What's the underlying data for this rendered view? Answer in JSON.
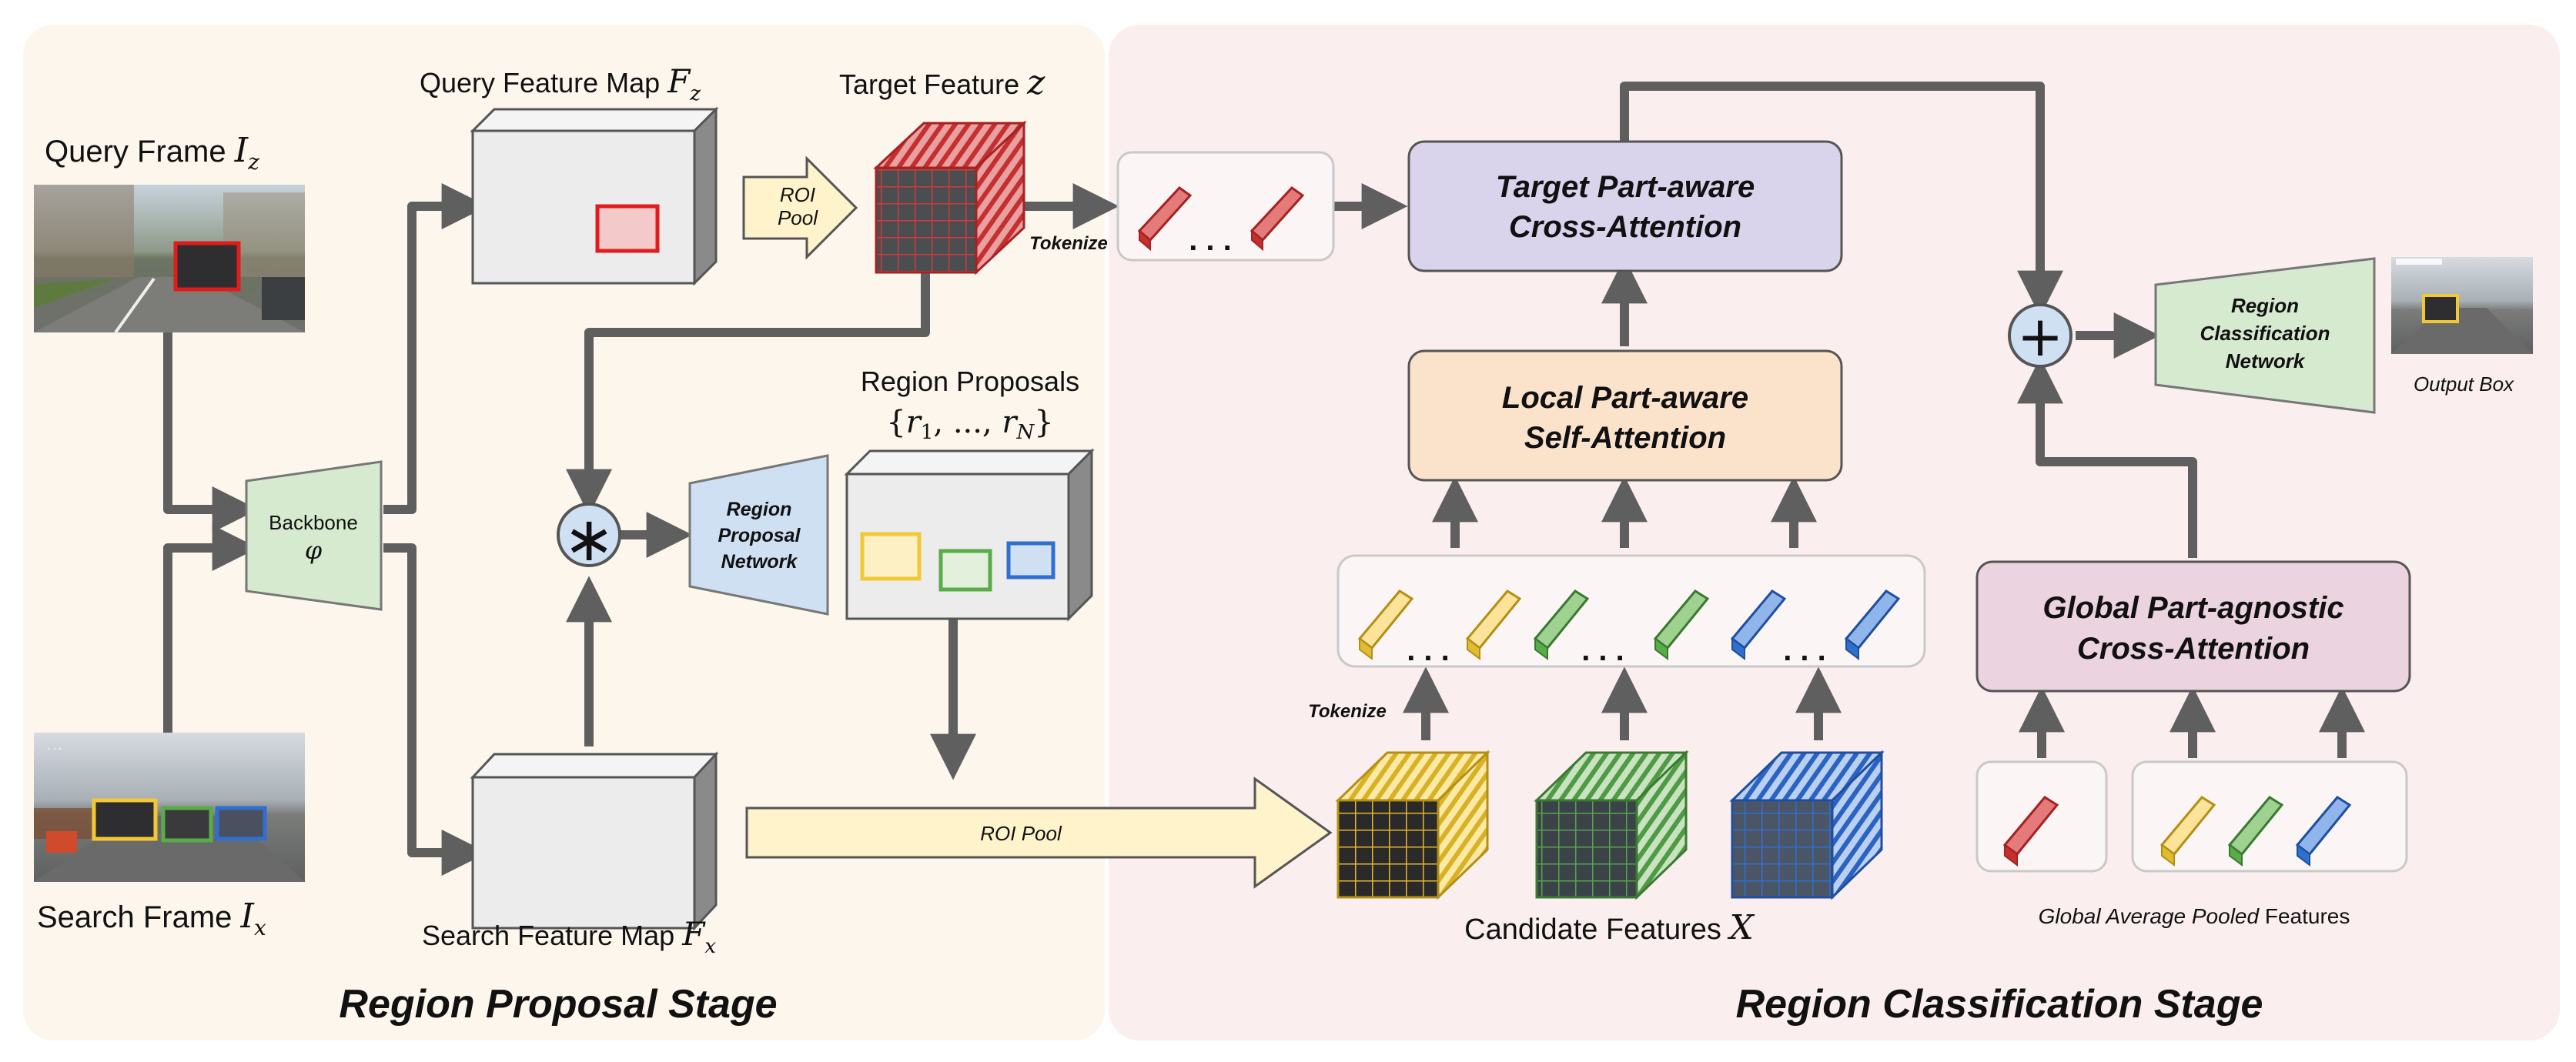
{
  "stages": {
    "proposal_title": "Region Proposal Stage",
    "classification_title": "Region Classification Stage"
  },
  "frames": {
    "query_label": "Query Frame",
    "query_symbol": "I",
    "query_sub": "z",
    "search_label": "Search Frame",
    "search_symbol": "I",
    "search_sub": "x",
    "output_label": "Output Box"
  },
  "backbone": {
    "label": "Backbone",
    "symbol": "φ"
  },
  "feature_maps": {
    "query_label": "Query Feature Map",
    "query_symbol": "F",
    "query_sub": "z",
    "search_label": "Search Feature Map",
    "search_symbol": "F",
    "search_sub": "x",
    "target_label": "Target Feature",
    "target_symbol": "z"
  },
  "roi_pool_top": {
    "line1": "ROI",
    "line2": "Pool"
  },
  "roi_pool_bottom": "ROI Pool",
  "tokenize_top": "Tokenize",
  "tokenize_bottom": "Tokenize",
  "ellipsis": ". . .",
  "correlation_symbol": "∗",
  "plus_symbol": "+",
  "rpn": {
    "line1": "Region",
    "line2": "Proposal",
    "line3": "Network"
  },
  "region_proposals": {
    "label": "Region Proposals",
    "set_math": "{r₁, ..., r_N}",
    "open": "{",
    "r1": "r",
    "r1_sub": "1",
    "dots": ", ..., ",
    "rN": "r",
    "rN_sub": "N",
    "close": "}"
  },
  "attention": {
    "target_line1": "Target Part-aware",
    "target_line2": "Cross-Attention",
    "local_line1": "Local Part-aware",
    "local_line2": "Self-Attention",
    "global_line1": "Global Part-agnostic",
    "global_line2": "Cross-Attention"
  },
  "rcn": {
    "line1": "Region",
    "line2": "Classification",
    "line3": "Network"
  },
  "candidate": {
    "label": "Candidate Features",
    "symbol": "X"
  },
  "gap": {
    "italic": "Global Average Pooled",
    "plain": " Features"
  },
  "colors": {
    "proposal_bg": "#fdf6ec",
    "classification_bg": "#fbeeee",
    "arrow": "#5f5f5f",
    "target_red": "#d23a3a",
    "yellow": "#f2cf3f",
    "green": "#63a954",
    "blue": "#2f6fd0",
    "target_box": "#d9d3ec",
    "local_box": "#fbe3cb",
    "global_box": "#ebd4df",
    "network_green": "#d6ead0",
    "network_blue": "#cfe0f3",
    "roi_arrow": "#fff3cc"
  }
}
